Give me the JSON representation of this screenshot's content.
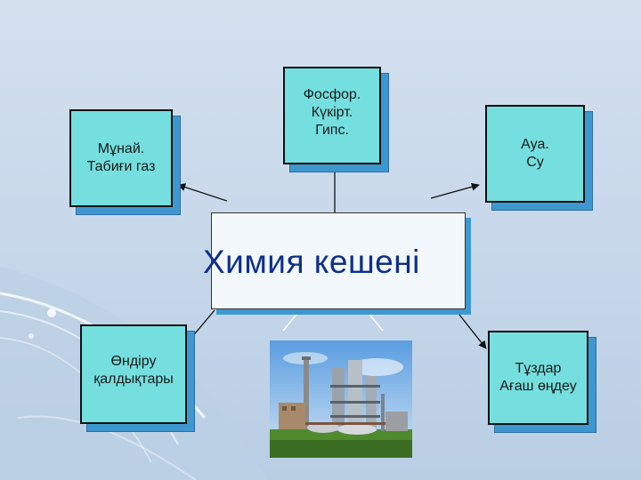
{
  "diagram": {
    "center": {
      "label": "Химия кешені"
    },
    "nodes": {
      "oil": {
        "label": "Мұнай.\nТабиғи газ"
      },
      "phosphorus": {
        "label": "Фосфор.\nКүкірт.\nГипс."
      },
      "air": {
        "label": "Ауа.\nСу"
      },
      "waste": {
        "label": "Өндіру\nқалдықтары"
      },
      "salt": {
        "label": "Тұздар\nАғаш өңдеу"
      }
    },
    "colors": {
      "box_fill": "#75dede",
      "box_shadow": "#3e98cf",
      "title_text": "#0e2f8c",
      "center_fill": "#f3f8fc"
    },
    "photo": {
      "subject": "chemical plant",
      "icon": "factory-photo"
    }
  }
}
